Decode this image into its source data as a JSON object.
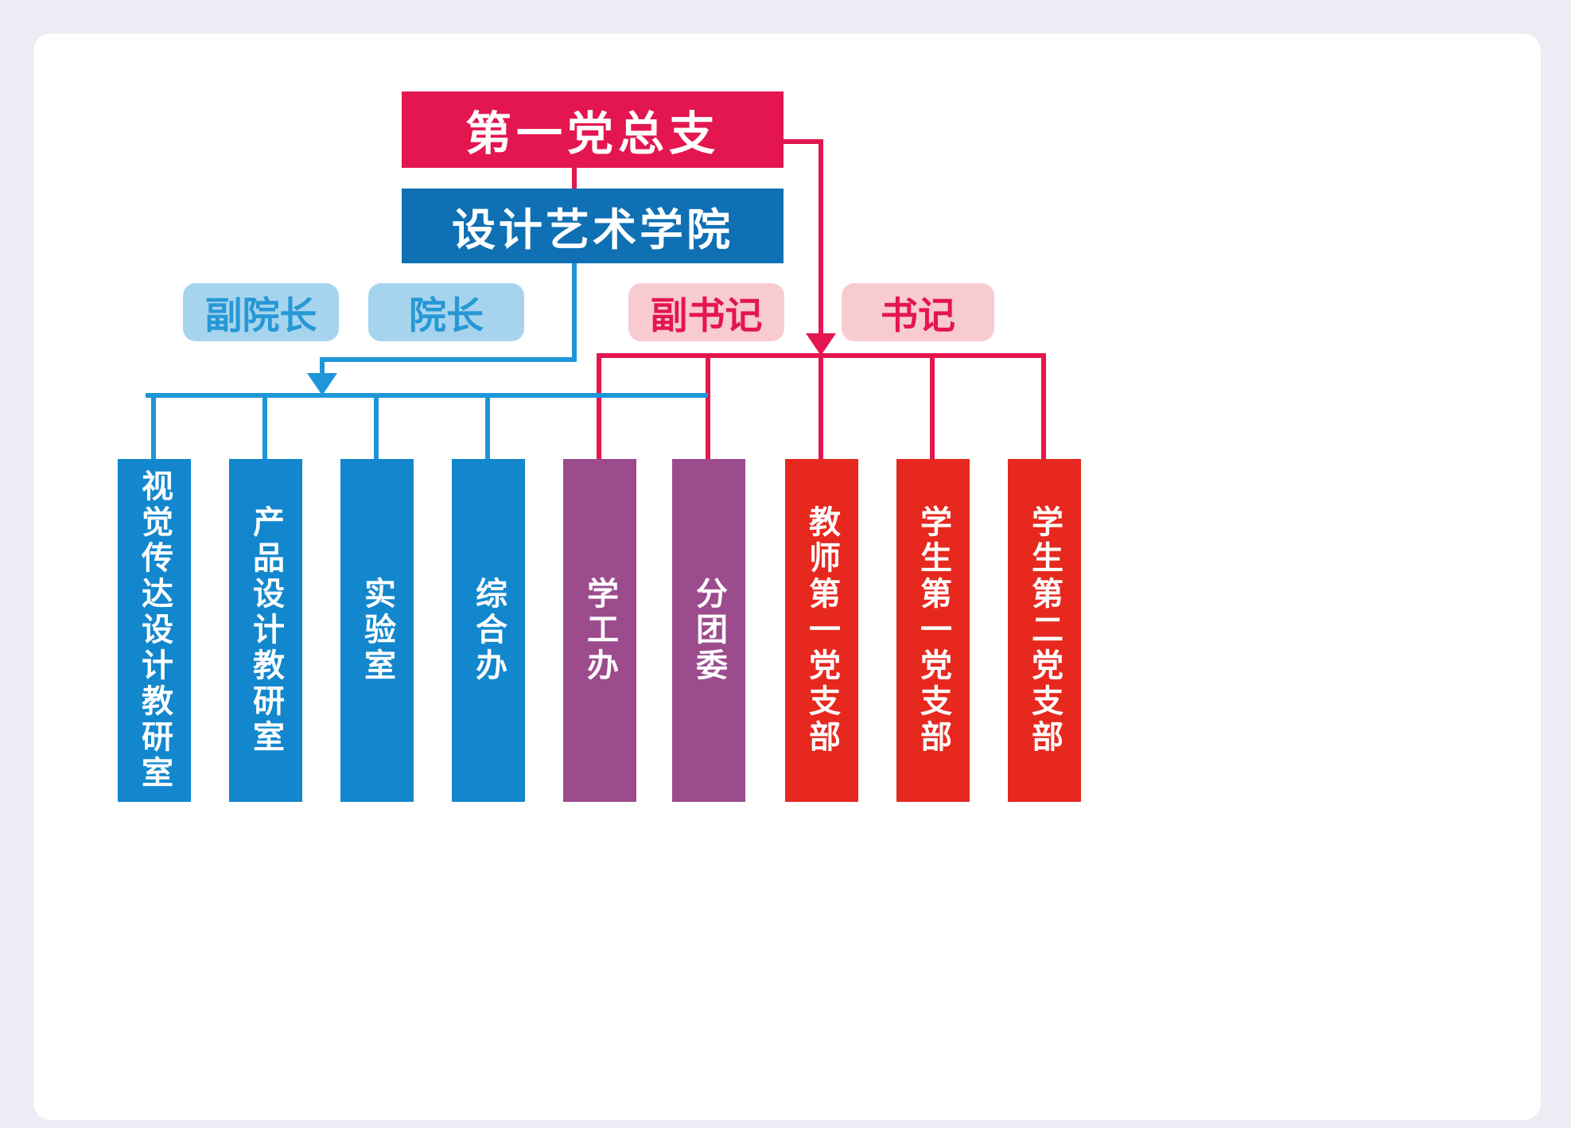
{
  "org": {
    "top": "第一党总支",
    "college": "设计艺术学院"
  },
  "chips": [
    {
      "label": "副院长",
      "type": "blue"
    },
    {
      "label": "院长",
      "type": "blue"
    },
    {
      "label": "副书记",
      "type": "pink"
    },
    {
      "label": "书记",
      "type": "pink"
    }
  ],
  "departments": [
    {
      "label": "视觉传达设计教研室",
      "type": "blue"
    },
    {
      "label": "产品设计教研室",
      "type": "blue"
    },
    {
      "label": "实验室",
      "type": "blue"
    },
    {
      "label": "综合办",
      "type": "blue"
    },
    {
      "label": "学工办",
      "type": "purple"
    },
    {
      "label": "分团委",
      "type": "purple"
    },
    {
      "label": "教师第一党支部",
      "type": "red"
    },
    {
      "label": "学生第一党支部",
      "type": "red"
    },
    {
      "label": "学生第二党支部",
      "type": "red"
    }
  ],
  "colors": {
    "crimson": "#e4164f",
    "college_blue": "#0f70b4",
    "dept_blue": "#1287cd",
    "line_blue": "#1e96d8",
    "dept_purple": "#9c4b8d",
    "dept_red": "#e6281e",
    "chip_blue_bg": "#a6d4ee",
    "chip_blue_text": "#2798d5",
    "chip_pink_bg": "#f7cbd0",
    "chip_pink_text": "#e4164f",
    "page_background": "#ececf4",
    "card_background": "#ffffff"
  }
}
